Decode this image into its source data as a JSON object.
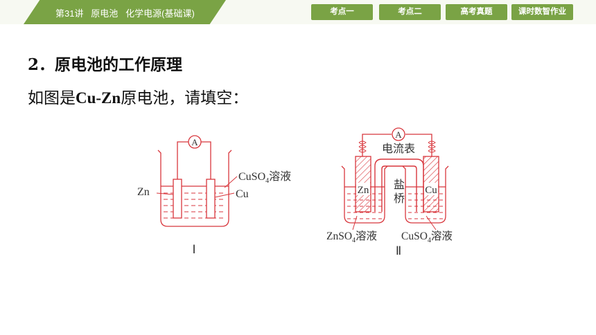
{
  "header": {
    "lesson_title": "第31讲   原电池   化学电源(基础课)",
    "tabs": [
      {
        "label": "考点一"
      },
      {
        "label": "考点二"
      },
      {
        "label": "高考真题"
      },
      {
        "label": "课时数智作业"
      }
    ]
  },
  "content": {
    "section_heading": "2．原电池的工作原理",
    "prompt_prefix": "如图是",
    "prompt_emph": "Cu-Zn",
    "prompt_suffix": "原电池，请填空："
  },
  "figure1": {
    "ammeter": "A",
    "label_zn": "Zn",
    "label_cu": "Cu",
    "solution": "CuSO",
    "solution_sub": "4",
    "solution_suffix": "溶液",
    "caption": "Ⅰ"
  },
  "figure2": {
    "ammeter": "A",
    "ammeter_label": "电流表",
    "salt_bridge_1": "盐",
    "salt_bridge_2": "桥",
    "label_zn": "Zn",
    "label_cu": "Cu",
    "left_solution": "ZnSO",
    "left_solution_sub": "4",
    "left_solution_suffix": "溶液",
    "right_solution": "CuSO",
    "right_solution_sub": "4",
    "right_solution_suffix": "溶液",
    "caption": "Ⅱ"
  },
  "colors": {
    "accent": "#7aa345",
    "diagram": "#d8363c"
  }
}
